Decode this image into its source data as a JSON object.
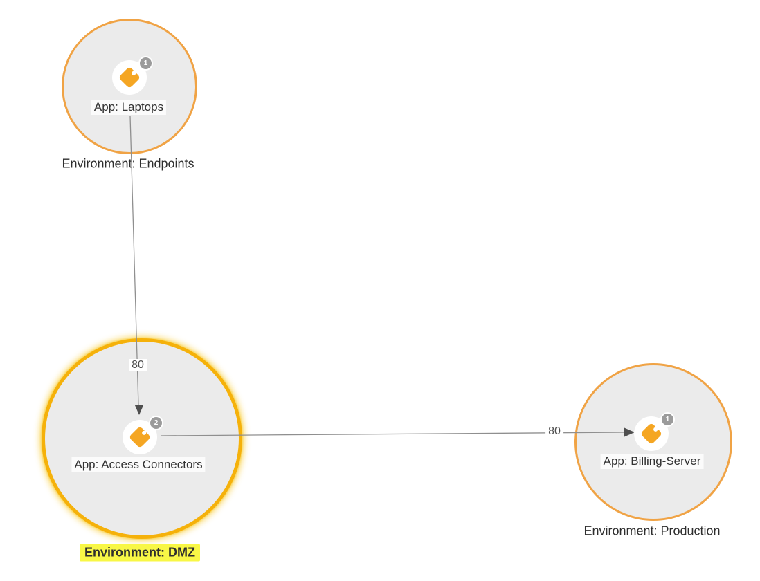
{
  "diagram_type": "application-traffic-map",
  "nodes": [
    {
      "id": "laptops",
      "app_label": "App: Laptops",
      "env_label": "Environment: Endpoints",
      "badge_count": "1",
      "icon": "tag-icon",
      "selected": false
    },
    {
      "id": "access-connectors",
      "app_label": "App: Access Connectors",
      "env_label": "Environment: DMZ",
      "badge_count": "2",
      "icon": "tag-icon",
      "selected": true,
      "env_label_highlighted": true
    },
    {
      "id": "billing-server",
      "app_label": "App: Billing-Server",
      "env_label": "Environment: Production",
      "badge_count": "1",
      "icon": "tag-icon",
      "selected": false
    }
  ],
  "edges": [
    {
      "from": "laptops",
      "to": "access-connectors",
      "label": "80",
      "direction": "down"
    },
    {
      "from": "access-connectors",
      "to": "billing-server",
      "label": "80",
      "direction": "right"
    }
  ],
  "colors": {
    "background": "#ffffff",
    "node_fill": "#ebebeb",
    "node_border": "#f0a345",
    "selected_border": "#f5b10a",
    "selected_glow": "#f9d452",
    "tag_orange": "#f5a623",
    "badge_gray": "#9b9b9b",
    "edge_line": "#8f8f8f",
    "arrowhead": "#4f4f4f",
    "highlight_yellow": "#f8f746",
    "text": "#333333"
  }
}
